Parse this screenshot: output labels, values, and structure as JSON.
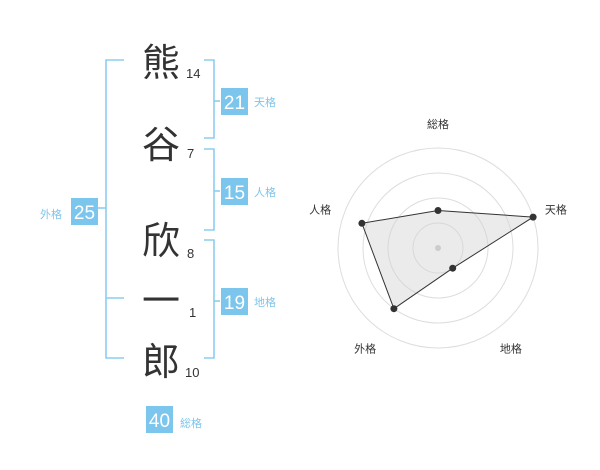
{
  "name": {
    "characters": [
      {
        "char": "熊",
        "strokes": "14"
      },
      {
        "char": "谷",
        "strokes": "7"
      },
      {
        "char": "欣",
        "strokes": "8"
      },
      {
        "char": "一",
        "strokes": "1"
      },
      {
        "char": "郎",
        "strokes": "10"
      }
    ]
  },
  "fortunes": {
    "tenkaku": {
      "value": "21",
      "label": "天格"
    },
    "jinkaku": {
      "value": "15",
      "label": "人格"
    },
    "chikaku": {
      "value": "19",
      "label": "地格"
    },
    "gaikaku": {
      "value": "25",
      "label": "外格"
    },
    "soukaku": {
      "value": "40",
      "label": "総格"
    }
  },
  "chart_data": {
    "type": "radar",
    "axes": [
      "総格",
      "天格",
      "地格",
      "外格",
      "人格"
    ],
    "levels": 4,
    "values": [
      1.5,
      4,
      1,
      3,
      3.2
    ],
    "max": 4
  },
  "colors": {
    "accent": "#7cc5ec",
    "bracket": "#8ccdf0",
    "text": "#333333",
    "grid": "#dddddd"
  }
}
